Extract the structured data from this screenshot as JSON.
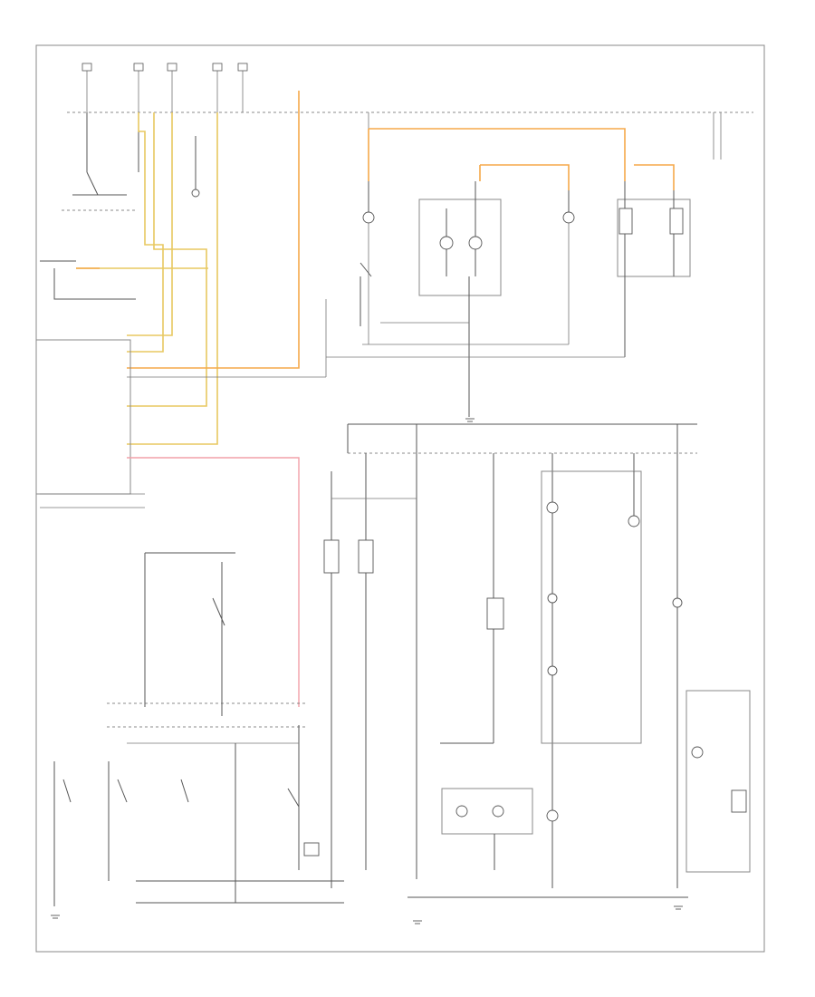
{
  "page": {
    "background": "#ffffff"
  },
  "colors": {
    "wire": "#555555",
    "orange_wire": "#f5a94a",
    "yellow_wire": "#e8c860",
    "pink_wire": "#f2a0a8",
    "frame": "#888888"
  },
  "labels": {
    "header_note": "",
    "footer_id": ""
  },
  "components": [
    {
      "id": "headlamp-switch",
      "kind": "switch"
    },
    {
      "id": "fog-lamp-relay",
      "kind": "relay"
    },
    {
      "id": "dimmer-switch",
      "kind": "switch"
    },
    {
      "id": "body-control-module",
      "kind": "module"
    },
    {
      "id": "license-lamp-left",
      "kind": "lamp"
    },
    {
      "id": "license-lamp-right",
      "kind": "lamp"
    },
    {
      "id": "courtesy-lamps",
      "kind": "lamp-group"
    },
    {
      "id": "reading-lamps",
      "kind": "lamp-group"
    },
    {
      "id": "door-jamb-switch-left",
      "kind": "switch"
    },
    {
      "id": "door-jamb-switch-right",
      "kind": "switch"
    },
    {
      "id": "door-jamb-switch-rear-left",
      "kind": "switch"
    },
    {
      "id": "door-jamb-switch-rear-right",
      "kind": "switch"
    },
    {
      "id": "liftgate-switch",
      "kind": "switch"
    },
    {
      "id": "instrument-panel-lamps",
      "kind": "lamp-group"
    },
    {
      "id": "glove-box-lamp",
      "kind": "lamp"
    },
    {
      "id": "cargo-lamp",
      "kind": "lamp"
    },
    {
      "id": "vanity-mirror-lamps",
      "kind": "lamp-group"
    },
    {
      "id": "ground-points",
      "kind": "ground"
    }
  ]
}
